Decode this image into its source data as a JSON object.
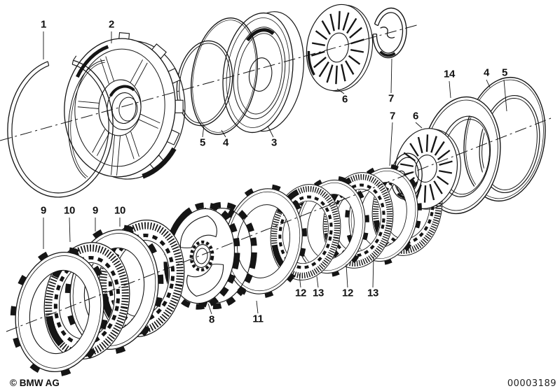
{
  "footer": {
    "copyright": "© BMW AG",
    "doc_number": "00003189"
  },
  "colors": {
    "ink": "#151515",
    "bg": "#ffffff"
  },
  "callouts": [
    {
      "text": "1"
    },
    {
      "text": "2"
    },
    {
      "text": "5"
    },
    {
      "text": "4"
    },
    {
      "text": "3"
    },
    {
      "text": "6"
    },
    {
      "text": "7"
    },
    {
      "text": "14"
    },
    {
      "text": "4"
    },
    {
      "text": "5"
    },
    {
      "text": "7"
    },
    {
      "text": "6"
    },
    {
      "text": "9"
    },
    {
      "text": "10"
    },
    {
      "text": "9"
    },
    {
      "text": "10"
    },
    {
      "text": "8"
    },
    {
      "text": "11"
    },
    {
      "text": "12"
    },
    {
      "text": "13"
    },
    {
      "text": "12"
    },
    {
      "text": "13"
    }
  ]
}
